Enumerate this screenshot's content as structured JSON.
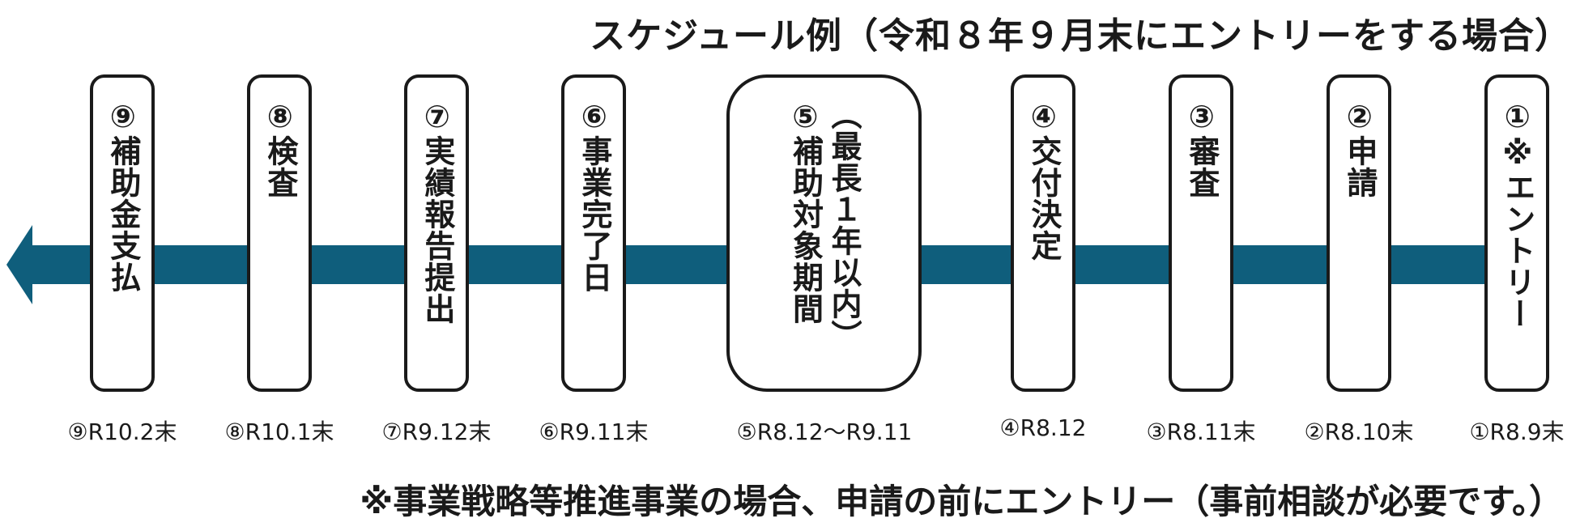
{
  "title": "スケジュール例（令和８年９月末にエントリーをする場合）",
  "colors": {
    "arrow": "#0f5e7c",
    "border": "#1a1a1a"
  },
  "steps": [
    {
      "label": "①※エントリー",
      "date": "①R8.9末"
    },
    {
      "label": "②申請",
      "date": "②R8.10末"
    },
    {
      "label": "③審査",
      "date": "③R8.11末"
    },
    {
      "label": "④交付決定",
      "date": "④R8.12"
    },
    {
      "label_main": "⑤補助対象期間",
      "label_sub": "（最長１年以内）",
      "date": "⑤R8.12～R9.11"
    },
    {
      "label": "⑥事業完了日",
      "date": "⑥R9.11末"
    },
    {
      "label": "⑦実績報告提出",
      "date": "⑦R9.12末"
    },
    {
      "label": "⑧検査",
      "date": "⑧R10.1末"
    },
    {
      "label": "⑨補助金支払",
      "date": "⑨R10.2末"
    }
  ],
  "note": "※事業戦略等推進事業の場合、申請の前にエントリー（事前相談が必要です。）"
}
